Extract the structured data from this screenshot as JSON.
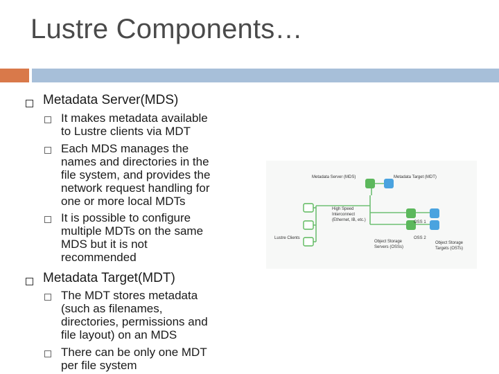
{
  "slide": {
    "title": "Lustre Components…"
  },
  "sections": [
    {
      "heading": "Metadata Server(MDS)",
      "bullets": [
        [
          "It makes metadata available",
          "to Lustre clients via MDT"
        ],
        [
          "Each MDS manages the",
          "names and directories in the",
          "file system, and provides the",
          "network request handling for",
          "one or more local MDTs"
        ],
        [
          "It is possible to configure",
          "multiple MDTs on the same",
          "MDS but it is not",
          "recommended"
        ]
      ]
    },
    {
      "heading": "Metadata Target(MDT)",
      "bullets": [
        [
          "The MDT stores metadata",
          "(such as filenames,",
          "directories, permissions and",
          "file layout) on an MDS"
        ],
        [
          "There can be only one MDT",
          "per file system"
        ]
      ]
    }
  ],
  "diagram": {
    "mds_label": "Metadata Server (MDS)",
    "mdt_label": "Metadata Target (MDT)",
    "interconnect": [
      "High Speed",
      "Interconnect",
      "(Ethernet, IB, etc.)"
    ],
    "oss1": "OSS 1",
    "oss2": "OSS 2",
    "clients": "Lustre Clients",
    "oss_label": [
      "Object Storage",
      "Servers (OSSs)"
    ],
    "ost_label": [
      "Object Storage",
      "Targets (OSTs)"
    ],
    "colors": {
      "node": "#5cb85c",
      "target": "#4aa3df",
      "line": "#6fbf73"
    }
  }
}
